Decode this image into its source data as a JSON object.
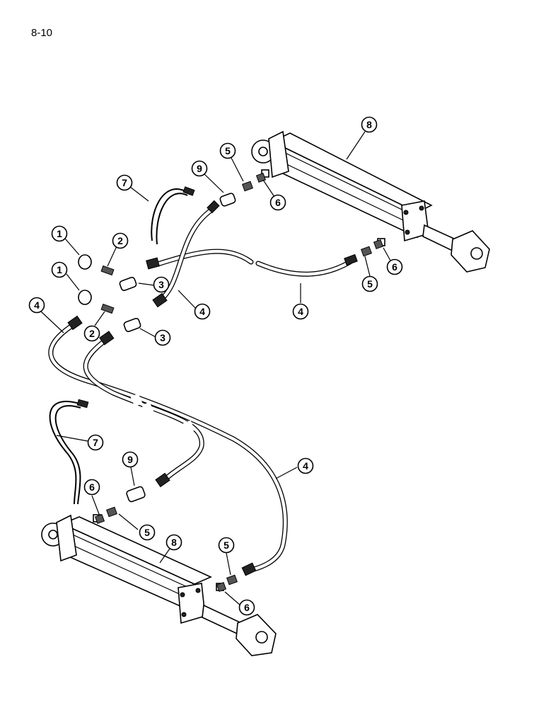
{
  "page_number": "8-10",
  "callouts": [
    {
      "id": "c8a",
      "label": "8"
    },
    {
      "id": "c9a",
      "label": "9"
    },
    {
      "id": "c5a",
      "label": "5"
    },
    {
      "id": "c6a",
      "label": "6"
    },
    {
      "id": "c7a",
      "label": "7"
    },
    {
      "id": "c1a",
      "label": "1"
    },
    {
      "id": "c2a",
      "label": "2"
    },
    {
      "id": "c3a",
      "label": "3"
    },
    {
      "id": "c4a",
      "label": "4"
    },
    {
      "id": "c1b",
      "label": "1"
    },
    {
      "id": "c4b",
      "label": "4"
    },
    {
      "id": "c4c",
      "label": "4"
    },
    {
      "id": "c2b",
      "label": "2"
    },
    {
      "id": "c3b",
      "label": "3"
    },
    {
      "id": "c5b",
      "label": "5"
    },
    {
      "id": "c6b",
      "label": "6"
    },
    {
      "id": "c7b",
      "label": "7"
    },
    {
      "id": "c9b",
      "label": "9"
    },
    {
      "id": "c4d",
      "label": "4"
    },
    {
      "id": "c6c",
      "label": "6"
    },
    {
      "id": "c5c",
      "label": "5"
    },
    {
      "id": "c8b",
      "label": "8"
    },
    {
      "id": "c5d",
      "label": "5"
    },
    {
      "id": "c6d",
      "label": "6"
    }
  ]
}
